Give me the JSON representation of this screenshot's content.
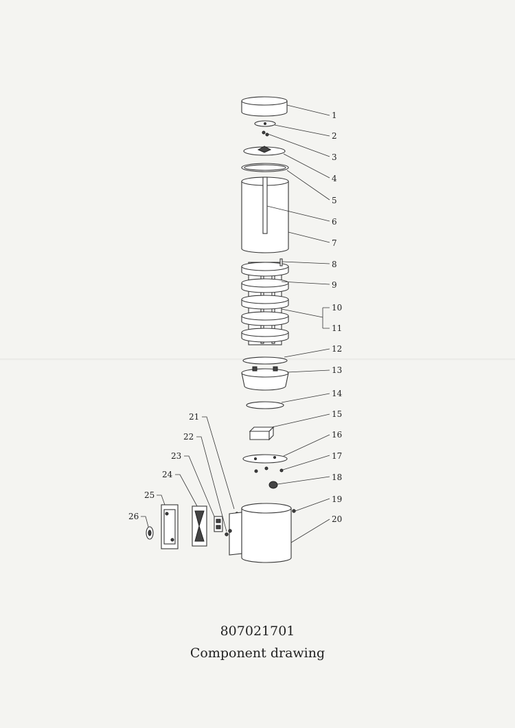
{
  "labels": [
    "1",
    "2",
    "3",
    "4",
    "5",
    "6",
    "7",
    "8",
    "9",
    "10",
    "11",
    "12",
    "13",
    "14",
    "15",
    "16",
    "17",
    "18",
    "19",
    "20",
    "21",
    "22",
    "23",
    "24",
    "25",
    "26"
  ],
  "document": {
    "number": "807021701",
    "caption": "Component drawing"
  },
  "colors": {
    "ink": "#333333",
    "paper": "#f4f4f1"
  }
}
